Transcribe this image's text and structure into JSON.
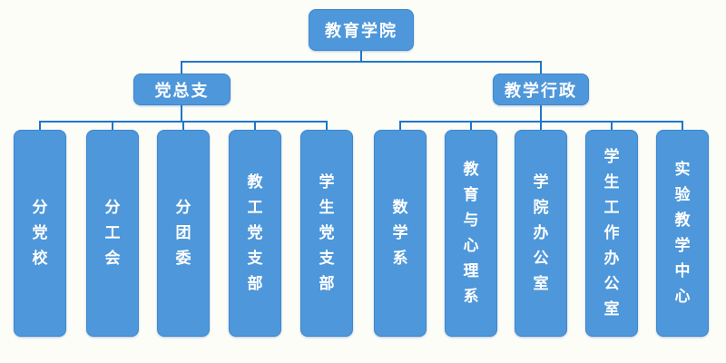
{
  "palette": {
    "background": "#fdfdf7",
    "node_fill": "#4e97da",
    "node_border": "#3e88cf",
    "connector_line": "#1e76cb",
    "node_text": "#ffffff"
  },
  "org": {
    "root": {
      "label": "教育学院"
    },
    "branches": [
      {
        "label": "党总支",
        "children": [
          "分党校",
          "分工会",
          "分团委",
          "教工党支部",
          "学生党支部"
        ]
      },
      {
        "label": "教学行政",
        "children": [
          "数学系",
          "教育与心理系",
          "学院办公室",
          "学生工作办公室",
          "实验教学中心"
        ]
      }
    ]
  }
}
